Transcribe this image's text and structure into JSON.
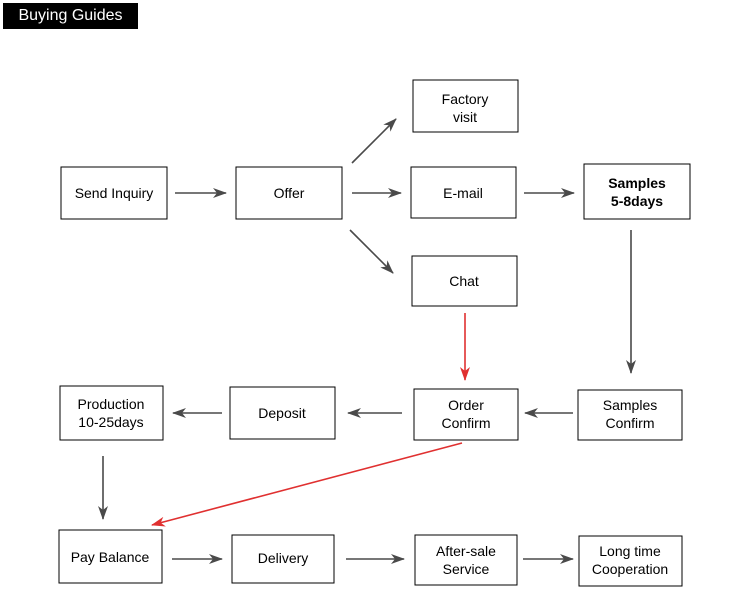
{
  "header": {
    "title": "Buying Guides"
  },
  "nodes": {
    "send_inquiry": [
      "Send Inquiry"
    ],
    "offer": [
      "Offer"
    ],
    "factory_visit": [
      "Factory",
      "visit"
    ],
    "email": [
      "E-mail"
    ],
    "chat": [
      "Chat"
    ],
    "samples": [
      "Samples",
      "5-8days"
    ],
    "samples_confirm": [
      "Samples",
      "Confirm"
    ],
    "order_confirm": [
      "Order",
      "Confirm"
    ],
    "deposit": [
      "Deposit"
    ],
    "production": [
      "Production",
      "10-25days"
    ],
    "pay_balance": [
      "Pay Balance"
    ],
    "delivery": [
      "Delivery"
    ],
    "after_sale": [
      "After-sale",
      "Service"
    ],
    "long_time": [
      "Long time",
      "Cooperation"
    ]
  },
  "colors": {
    "arrow": "#4a4a4a",
    "highlight_arrow": "#e03030",
    "header_bg": "#000000"
  }
}
